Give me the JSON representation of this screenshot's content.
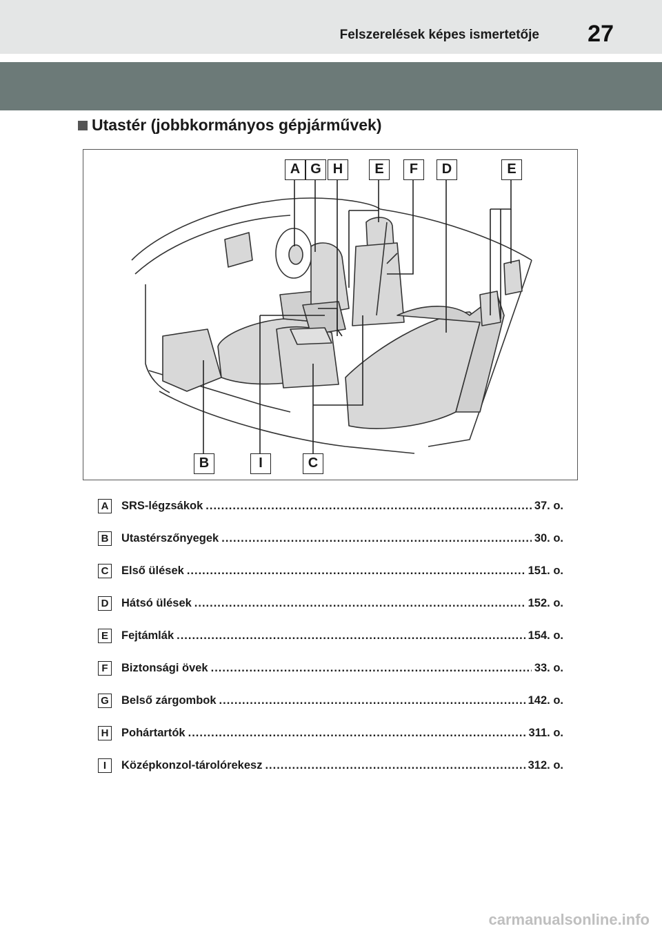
{
  "header": {
    "title": "Felszerelések képes ismertetője",
    "page_number": "27"
  },
  "section": {
    "title": "Utastér (jobbkormányos gépjárművek)"
  },
  "figure": {
    "callouts_top": [
      "A",
      "G",
      "H",
      "E",
      "F",
      "D",
      "E"
    ],
    "callouts_bottom": [
      "B",
      "I",
      "C"
    ]
  },
  "items": [
    {
      "letter": "A",
      "label": "SRS-légzsákok",
      "page": "37. o."
    },
    {
      "letter": "B",
      "label": "Utastérszőnyegek",
      "page": "30. o."
    },
    {
      "letter": "C",
      "label": "Első ülések",
      "page": "151. o."
    },
    {
      "letter": "D",
      "label": "Hátsó ülések",
      "page": "152. o."
    },
    {
      "letter": "E",
      "label": "Fejtámlák",
      "page": "154. o."
    },
    {
      "letter": "F",
      "label": "Biztonsági övek",
      "page": "33. o."
    },
    {
      "letter": "G",
      "label": "Belső zárgombok",
      "page": "142. o."
    },
    {
      "letter": "H",
      "label": "Pohártartók",
      "page": "311. o."
    },
    {
      "letter": "I",
      "label": "Középkonzol-tárolórekesz",
      "page": "312. o."
    }
  ],
  "watermark": "carmanualsonline.info"
}
